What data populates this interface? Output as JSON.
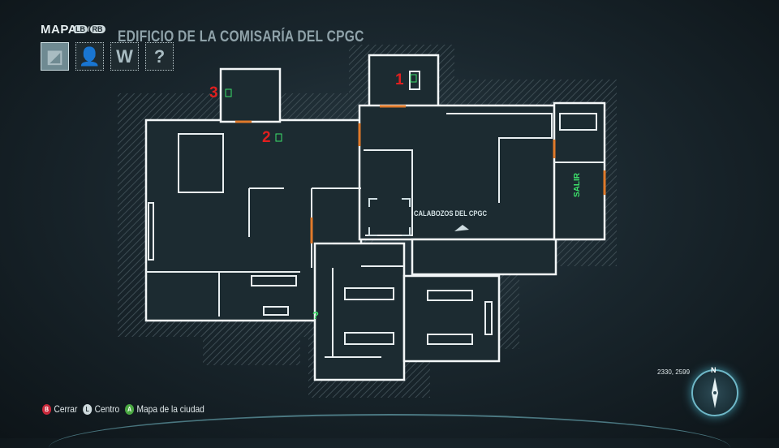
{
  "header": {
    "map_label": "MAPA",
    "bumper_left": "LB",
    "bumper_separator": "/",
    "bumper_right": "RB",
    "building_title": "EDIFICIO DE LA COMISARÍA DEL CPGC",
    "tabs": [
      {
        "name": "map-tab",
        "glyph": "◩",
        "active": true
      },
      {
        "name": "characters-tab",
        "glyph": "👤",
        "active": false
      },
      {
        "name": "wayne-tech-tab",
        "glyph": "W",
        "active": false
      },
      {
        "name": "riddler-tab",
        "glyph": "?",
        "active": false
      }
    ]
  },
  "map": {
    "area_label": "CALABOZOS DEL CPGC",
    "exit_label": "SALIR",
    "markers": [
      "1",
      "2",
      "3"
    ],
    "riddle_marker": "?",
    "marker_color": "#e01f1f",
    "riddle_color": "#3de06a"
  },
  "footer": {
    "close_button": "B",
    "close_label": "Cerrar",
    "center_button": "L",
    "center_label": "Centro",
    "city_button": "A",
    "city_label": "Mapa de la ciudad"
  },
  "coordinates": "2330, 2599",
  "compass": {
    "north": "N"
  }
}
